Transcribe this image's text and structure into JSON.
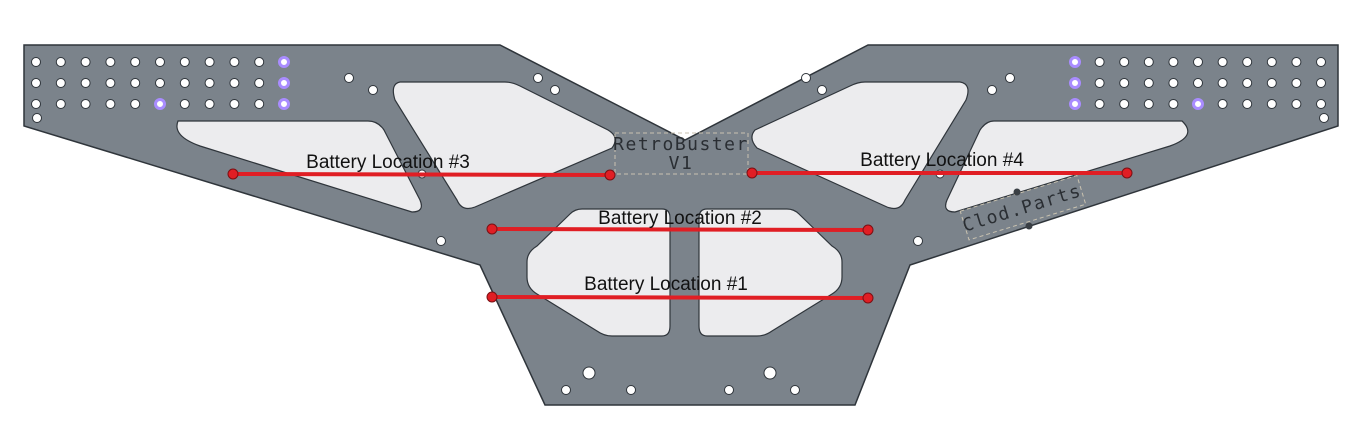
{
  "engraving": {
    "model_line1": "RetroBuster",
    "model_line2": "V1",
    "maker": "Clod.Parts"
  },
  "battery_locations": [
    {
      "id": 1,
      "label": "Battery Location #1"
    },
    {
      "id": 2,
      "label": "Battery Location #2"
    },
    {
      "id": 3,
      "label": "Battery Location #3"
    },
    {
      "id": 4,
      "label": "Battery Location #4"
    }
  ],
  "colors": {
    "plate": "#7b838b",
    "cutout": "#ececee",
    "battery_line": "#e01e24",
    "highlight_hole": "#a98cff"
  }
}
